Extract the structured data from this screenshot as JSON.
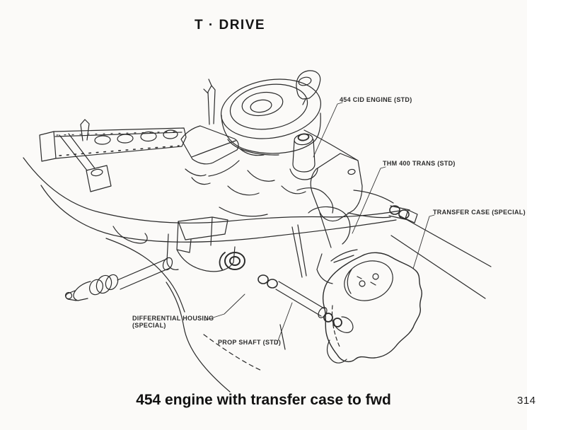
{
  "page": {
    "title": "T · DRIVE",
    "caption": "454 engine with transfer case to fwd",
    "page_number": "314"
  },
  "diagram": {
    "labels": {
      "engine": "454 CID ENGINE (STD)",
      "transmission": "THM 400 TRANS (STD)",
      "transfer_case": "TRANSFER CASE (SPECIAL)",
      "differential_line1": "DIFFERENTIAL HOUSING",
      "differential_line2": "(SPECIAL)",
      "prop_shaft": "PROP SHAFT (STD)"
    },
    "colors": {
      "ink": "#2b2b2b",
      "paper": "#fbfaf8"
    }
  }
}
